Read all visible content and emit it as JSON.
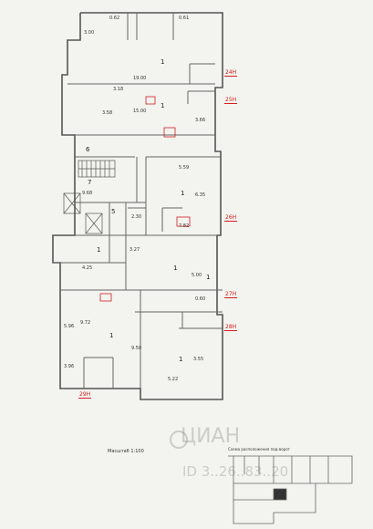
{
  "plan": {
    "room_numbers": [
      "1",
      "1",
      "1",
      "1",
      "1",
      "1",
      "1",
      "1",
      "5",
      "6",
      "7"
    ],
    "red_tags": [
      "24Н",
      "25Н",
      "26Н",
      "27Н",
      "28Н",
      "29Н"
    ],
    "dimensions": [
      "3.00",
      "0.62",
      "0.61",
      "19.00",
      "3.18",
      "15.00",
      "3.58",
      "5.59",
      "6.35",
      "9.68",
      "2.30",
      "7.82",
      "4.25",
      "3.27",
      "9.72",
      "5.00",
      "5.22",
      "9.50",
      "3.96",
      "5.96",
      "3.55",
      "3.66",
      "0.60"
    ],
    "scale_label": "Масштаб 1:100",
    "mini_plan_title": "Схема расположения под-ворот"
  },
  "watermark": {
    "brand": "ЦИАН",
    "id_text": "ID 3..26..83..20"
  }
}
